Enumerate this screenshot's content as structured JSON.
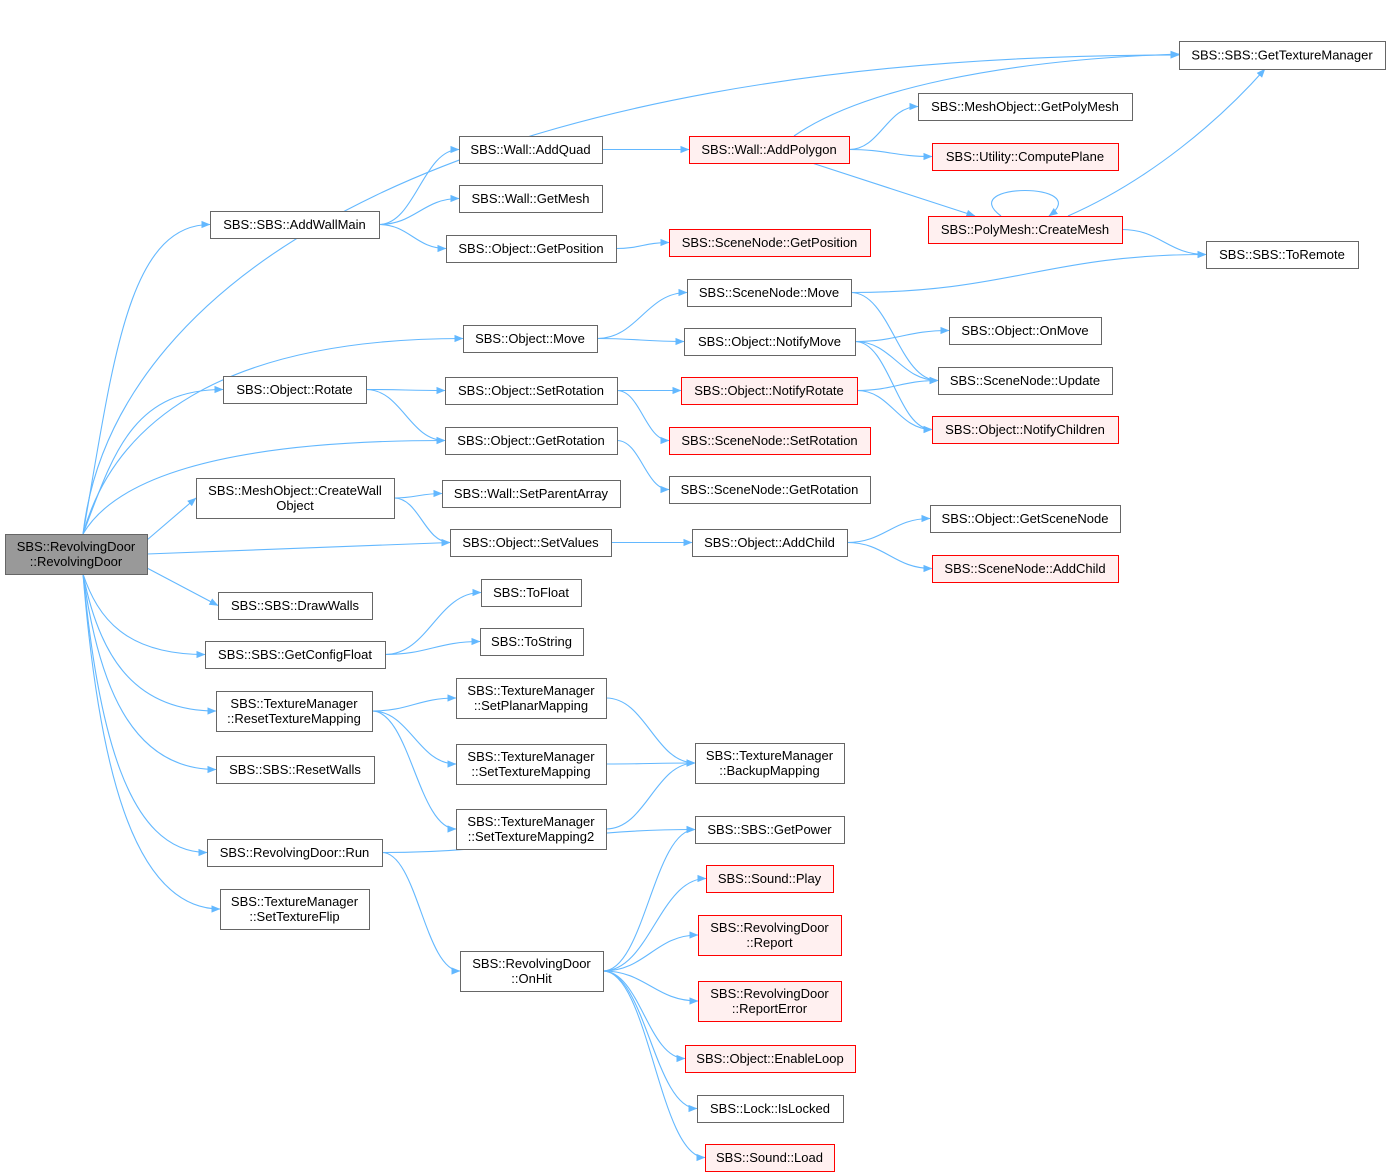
{
  "colors": {
    "edge": "#63b8ff",
    "node_border": "#666666",
    "node_fill": "#ffffff",
    "root_fill": "#999999",
    "highlight_border": "#ff0000",
    "highlight_fill": "#fff0f0",
    "text": "#000000"
  },
  "nodes": [
    {
      "id": "root",
      "lines": [
        "SBS::RevolvingDoor",
        "::RevolvingDoor"
      ],
      "style": "root"
    },
    {
      "id": "get-texture-manager",
      "lines": [
        "SBS::SBS::GetTextureManager"
      ],
      "style": "normal"
    },
    {
      "id": "mesh-get-poly-mesh",
      "lines": [
        "SBS::MeshObject::GetPolyMesh"
      ],
      "style": "normal"
    },
    {
      "id": "wall-add-quad",
      "lines": [
        "SBS::Wall::AddQuad"
      ],
      "style": "normal"
    },
    {
      "id": "wall-add-polygon",
      "lines": [
        "SBS::Wall::AddPolygon"
      ],
      "style": "highlight"
    },
    {
      "id": "utility-compute-plane",
      "lines": [
        "SBS::Utility::ComputePlane"
      ],
      "style": "highlight"
    },
    {
      "id": "wall-get-mesh",
      "lines": [
        "SBS::Wall::GetMesh"
      ],
      "style": "normal"
    },
    {
      "id": "sbs-add-wall-main",
      "lines": [
        "SBS::SBS::AddWallMain"
      ],
      "style": "normal"
    },
    {
      "id": "polymesh-create-mesh",
      "lines": [
        "SBS::PolyMesh::CreateMesh"
      ],
      "style": "highlight"
    },
    {
      "id": "object-get-position",
      "lines": [
        "SBS::Object::GetPosition"
      ],
      "style": "normal"
    },
    {
      "id": "scenenode-get-position",
      "lines": [
        "SBS::SceneNode::GetPosition"
      ],
      "style": "highlight"
    },
    {
      "id": "sbs-to-remote",
      "lines": [
        "SBS::SBS::ToRemote"
      ],
      "style": "normal"
    },
    {
      "id": "scenenode-move",
      "lines": [
        "SBS::SceneNode::Move"
      ],
      "style": "normal"
    },
    {
      "id": "object-move",
      "lines": [
        "SBS::Object::Move"
      ],
      "style": "normal"
    },
    {
      "id": "object-notify-move",
      "lines": [
        "SBS::Object::NotifyMove"
      ],
      "style": "normal"
    },
    {
      "id": "object-on-move",
      "lines": [
        "SBS::Object::OnMove"
      ],
      "style": "normal"
    },
    {
      "id": "scenenode-update",
      "lines": [
        "SBS::SceneNode::Update"
      ],
      "style": "normal"
    },
    {
      "id": "object-rotate",
      "lines": [
        "SBS::Object::Rotate"
      ],
      "style": "normal"
    },
    {
      "id": "object-set-rotation",
      "lines": [
        "SBS::Object::SetRotation"
      ],
      "style": "normal"
    },
    {
      "id": "object-notify-rotate",
      "lines": [
        "SBS::Object::NotifyRotate"
      ],
      "style": "highlight"
    },
    {
      "id": "object-notify-children",
      "lines": [
        "SBS::Object::NotifyChildren"
      ],
      "style": "highlight"
    },
    {
      "id": "object-get-rotation",
      "lines": [
        "SBS::Object::GetRotation"
      ],
      "style": "normal"
    },
    {
      "id": "scenenode-set-rotation",
      "lines": [
        "SBS::SceneNode::SetRotation"
      ],
      "style": "highlight"
    },
    {
      "id": "scenenode-get-rotation",
      "lines": [
        "SBS::SceneNode::GetRotation"
      ],
      "style": "normal"
    },
    {
      "id": "mesh-create-wall-object",
      "lines": [
        "SBS::MeshObject::CreateWall",
        "Object"
      ],
      "style": "normal"
    },
    {
      "id": "wall-set-parent-array",
      "lines": [
        "SBS::Wall::SetParentArray"
      ],
      "style": "normal"
    },
    {
      "id": "object-get-scene-node",
      "lines": [
        "SBS::Object::GetSceneNode"
      ],
      "style": "normal"
    },
    {
      "id": "object-set-values",
      "lines": [
        "SBS::Object::SetValues"
      ],
      "style": "normal"
    },
    {
      "id": "object-add-child",
      "lines": [
        "SBS::Object::AddChild"
      ],
      "style": "normal"
    },
    {
      "id": "scenenode-add-child",
      "lines": [
        "SBS::SceneNode::AddChild"
      ],
      "style": "highlight"
    },
    {
      "id": "sbs-to-float",
      "lines": [
        "SBS::ToFloat"
      ],
      "style": "normal"
    },
    {
      "id": "sbs-draw-walls",
      "lines": [
        "SBS::SBS::DrawWalls"
      ],
      "style": "normal"
    },
    {
      "id": "sbs-to-string",
      "lines": [
        "SBS::ToString"
      ],
      "style": "normal"
    },
    {
      "id": "sbs-get-config-float",
      "lines": [
        "SBS::SBS::GetConfigFloat"
      ],
      "style": "normal"
    },
    {
      "id": "tm-set-planar-mapping",
      "lines": [
        "SBS::TextureManager",
        "::SetPlanarMapping"
      ],
      "style": "normal"
    },
    {
      "id": "tm-reset-texture-mapping",
      "lines": [
        "SBS::TextureManager",
        "::ResetTextureMapping"
      ],
      "style": "normal"
    },
    {
      "id": "tm-backup-mapping",
      "lines": [
        "SBS::TextureManager",
        "::BackupMapping"
      ],
      "style": "normal"
    },
    {
      "id": "tm-set-texture-mapping",
      "lines": [
        "SBS::TextureManager",
        "::SetTextureMapping"
      ],
      "style": "normal"
    },
    {
      "id": "sbs-reset-walls",
      "lines": [
        "SBS::SBS::ResetWalls"
      ],
      "style": "normal"
    },
    {
      "id": "tm-set-texture-mapping2",
      "lines": [
        "SBS::TextureManager",
        "::SetTextureMapping2"
      ],
      "style": "normal"
    },
    {
      "id": "sbs-get-power",
      "lines": [
        "SBS::SBS::GetPower"
      ],
      "style": "normal"
    },
    {
      "id": "revolving-door-run",
      "lines": [
        "SBS::RevolvingDoor::Run"
      ],
      "style": "normal"
    },
    {
      "id": "sound-play",
      "lines": [
        "SBS::Sound::Play"
      ],
      "style": "highlight"
    },
    {
      "id": "tm-set-texture-flip",
      "lines": [
        "SBS::TextureManager",
        "::SetTextureFlip"
      ],
      "style": "normal"
    },
    {
      "id": "revolving-door-report",
      "lines": [
        "SBS::RevolvingDoor",
        "::Report"
      ],
      "style": "highlight"
    },
    {
      "id": "revolving-door-on-hit",
      "lines": [
        "SBS::RevolvingDoor",
        "::OnHit"
      ],
      "style": "normal"
    },
    {
      "id": "revolving-door-report-error",
      "lines": [
        "SBS::RevolvingDoor",
        "::ReportError"
      ],
      "style": "highlight"
    },
    {
      "id": "object-enable-loop",
      "lines": [
        "SBS::Object::EnableLoop"
      ],
      "style": "highlight"
    },
    {
      "id": "lock-is-locked",
      "lines": [
        "SBS::Lock::IsLocked"
      ],
      "style": "normal"
    },
    {
      "id": "sound-load",
      "lines": [
        "SBS::Sound::Load"
      ],
      "style": "highlight"
    }
  ],
  "edges": [
    [
      "root",
      "get-texture-manager"
    ],
    [
      "root",
      "sbs-add-wall-main"
    ],
    [
      "root",
      "object-move"
    ],
    [
      "root",
      "object-rotate"
    ],
    [
      "root",
      "object-get-rotation"
    ],
    [
      "root",
      "mesh-create-wall-object"
    ],
    [
      "root",
      "object-set-values"
    ],
    [
      "root",
      "sbs-draw-walls"
    ],
    [
      "root",
      "sbs-get-config-float"
    ],
    [
      "root",
      "tm-reset-texture-mapping"
    ],
    [
      "root",
      "sbs-reset-walls"
    ],
    [
      "root",
      "revolving-door-run"
    ],
    [
      "root",
      "tm-set-texture-flip"
    ],
    [
      "sbs-add-wall-main",
      "wall-add-quad"
    ],
    [
      "sbs-add-wall-main",
      "wall-get-mesh"
    ],
    [
      "sbs-add-wall-main",
      "object-get-position"
    ],
    [
      "wall-add-quad",
      "wall-add-polygon"
    ],
    [
      "wall-add-polygon",
      "get-texture-manager"
    ],
    [
      "wall-add-polygon",
      "mesh-get-poly-mesh"
    ],
    [
      "wall-add-polygon",
      "utility-compute-plane"
    ],
    [
      "wall-add-polygon",
      "polymesh-create-mesh"
    ],
    [
      "polymesh-create-mesh",
      "polymesh-create-mesh"
    ],
    [
      "polymesh-create-mesh",
      "get-texture-manager"
    ],
    [
      "polymesh-create-mesh",
      "sbs-to-remote"
    ],
    [
      "object-get-position",
      "scenenode-get-position"
    ],
    [
      "object-move",
      "scenenode-move"
    ],
    [
      "object-move",
      "object-notify-move"
    ],
    [
      "scenenode-move",
      "sbs-to-remote"
    ],
    [
      "scenenode-move",
      "scenenode-update"
    ],
    [
      "object-notify-move",
      "object-on-move"
    ],
    [
      "object-notify-move",
      "scenenode-update"
    ],
    [
      "object-notify-move",
      "object-notify-children"
    ],
    [
      "object-rotate",
      "object-set-rotation"
    ],
    [
      "object-rotate",
      "object-get-rotation"
    ],
    [
      "object-set-rotation",
      "object-notify-rotate"
    ],
    [
      "object-set-rotation",
      "scenenode-set-rotation"
    ],
    [
      "object-notify-rotate",
      "scenenode-update"
    ],
    [
      "object-notify-rotate",
      "object-notify-children"
    ],
    [
      "object-get-rotation",
      "scenenode-get-rotation"
    ],
    [
      "mesh-create-wall-object",
      "wall-set-parent-array"
    ],
    [
      "mesh-create-wall-object",
      "object-set-values"
    ],
    [
      "object-set-values",
      "object-add-child"
    ],
    [
      "object-add-child",
      "object-get-scene-node"
    ],
    [
      "object-add-child",
      "scenenode-add-child"
    ],
    [
      "sbs-get-config-float",
      "sbs-to-float"
    ],
    [
      "sbs-get-config-float",
      "sbs-to-string"
    ],
    [
      "tm-reset-texture-mapping",
      "tm-set-planar-mapping"
    ],
    [
      "tm-reset-texture-mapping",
      "tm-set-texture-mapping"
    ],
    [
      "tm-reset-texture-mapping",
      "tm-set-texture-mapping2"
    ],
    [
      "tm-set-planar-mapping",
      "tm-backup-mapping"
    ],
    [
      "tm-set-texture-mapping",
      "tm-backup-mapping"
    ],
    [
      "tm-set-texture-mapping2",
      "tm-backup-mapping"
    ],
    [
      "revolving-door-run",
      "sbs-get-power"
    ],
    [
      "revolving-door-run",
      "revolving-door-on-hit"
    ],
    [
      "revolving-door-on-hit",
      "sbs-get-power"
    ],
    [
      "revolving-door-on-hit",
      "sound-play"
    ],
    [
      "revolving-door-on-hit",
      "revolving-door-report"
    ],
    [
      "revolving-door-on-hit",
      "revolving-door-report-error"
    ],
    [
      "revolving-door-on-hit",
      "object-enable-loop"
    ],
    [
      "revolving-door-on-hit",
      "lock-is-locked"
    ],
    [
      "revolving-door-on-hit",
      "sound-load"
    ]
  ]
}
